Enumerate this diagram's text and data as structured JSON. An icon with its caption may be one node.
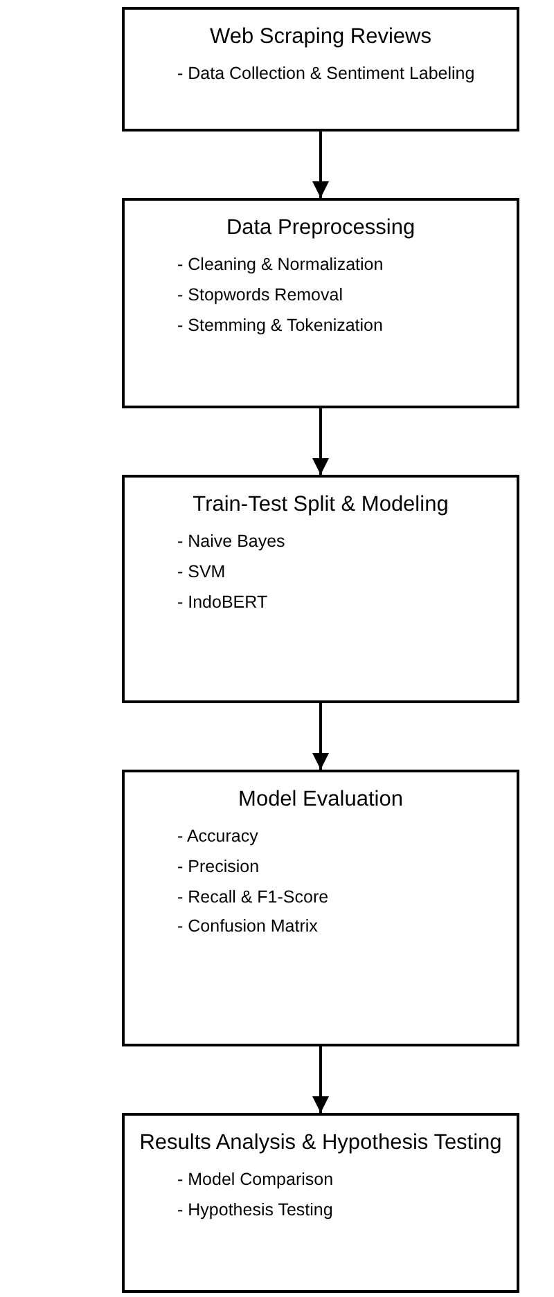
{
  "diagram": {
    "nodes": [
      {
        "text": [
          "Web Scraping Reviews",
          "- Data Collection & Sentiment Labeling"
        ]
      },
      {
        "text": [
          "Data Preprocessing",
          "- Cleaning & Normalization",
          "- Stopwords Removal",
          "- Stemming & Tokenization"
        ]
      },
      {
        "text": [
          "Train-Test Split & Modeling",
          "- Naive Bayes",
          "- SVM",
          "- IndoBERT"
        ]
      },
      {
        "text": [
          "Model Evaluation",
          "- Accuracy",
          "- Precision",
          "- Recall & F1-Score",
          "- Confusion Matrix"
        ]
      },
      {
        "text": [
          "Results Analysis & Hypothesis Testing",
          "- Model Comparison",
          "- Hypothesis Testing"
        ]
      }
    ],
    "edges": [
      {
        "from": 0,
        "to": 1,
        "arrow": "to"
      },
      {
        "from": 1,
        "to": 2,
        "arrow": "to"
      },
      {
        "from": 2,
        "to": 3,
        "arrow": "to"
      },
      {
        "from": 3,
        "to": 4,
        "arrow": "to"
      }
    ]
  }
}
